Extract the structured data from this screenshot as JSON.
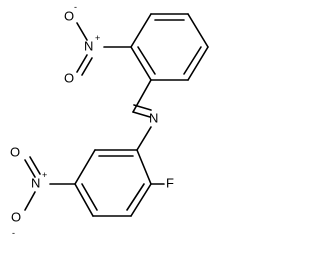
{
  "atoms": {
    "oxygen_top_minus": "O",
    "oxygen_top_minus_charge": "-",
    "nitrogen_top_plus": "N",
    "nitrogen_top_plus_charge": "+",
    "oxygen_top_double": "O",
    "imine_nitrogen": "N",
    "fluorine": "F",
    "nitrogen_bottom_plus": "N",
    "nitrogen_bottom_plus_charge": "+",
    "oxygen_bottom_double": "O",
    "oxygen_bottom_minus": "O",
    "oxygen_bottom_minus_charge": "-"
  },
  "colors": {
    "bond": "#000000",
    "label": "#000000",
    "background": "#ffffff"
  }
}
